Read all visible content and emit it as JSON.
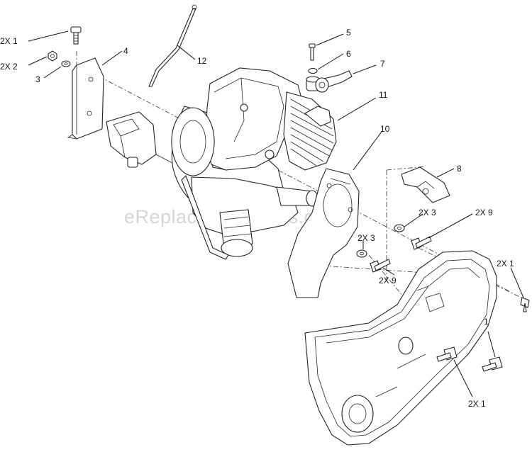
{
  "watermark": "eReplacementParts.com",
  "callouts": {
    "c_2x1_top": "2X 1",
    "c_2x2": "2X 2",
    "c_3_left": "3",
    "c_4": "4",
    "c_12": "12",
    "c_5": "5",
    "c_6": "6",
    "c_7": "7",
    "c_11": "11",
    "c_10": "10",
    "c_8": "8",
    "c_2x3_upper": "2X 3",
    "c_2x9_upper": "2X 9",
    "c_2x3_lower": "2X 3",
    "c_2x9_lower": "2X 9",
    "c_2x1_right": "2X 1",
    "c_1": "1",
    "c_2x1_bottom": "2X 1"
  }
}
